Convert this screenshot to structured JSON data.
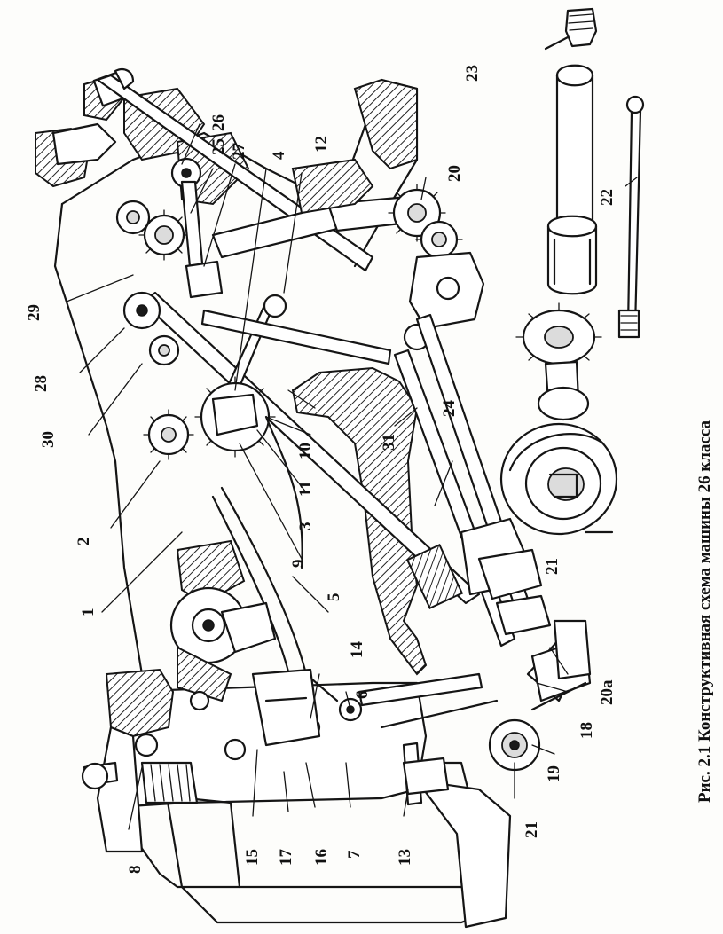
{
  "figure": {
    "caption": "Рис. 2.1 Конструктивная схема   машины 26 класса",
    "callouts": [
      {
        "id": "c26",
        "text": "26"
      },
      {
        "id": "c25",
        "text": "25"
      },
      {
        "id": "c27",
        "text": "27"
      },
      {
        "id": "c4",
        "text": "4"
      },
      {
        "id": "c12",
        "text": "12"
      },
      {
        "id": "c20",
        "text": "20"
      },
      {
        "id": "c23",
        "text": "23"
      },
      {
        "id": "c22",
        "text": "22"
      },
      {
        "id": "c29",
        "text": "29"
      },
      {
        "id": "c28",
        "text": "28"
      },
      {
        "id": "c30",
        "text": "30"
      },
      {
        "id": "c2",
        "text": "2"
      },
      {
        "id": "c1",
        "text": "1"
      },
      {
        "id": "c9",
        "text": "9"
      },
      {
        "id": "c3",
        "text": "3"
      },
      {
        "id": "c11",
        "text": "11"
      },
      {
        "id": "c10",
        "text": "10"
      },
      {
        "id": "c31",
        "text": "31"
      },
      {
        "id": "c24",
        "text": "24"
      },
      {
        "id": "c5",
        "text": "5"
      },
      {
        "id": "c21a",
        "text": "21"
      },
      {
        "id": "c14",
        "text": "14"
      },
      {
        "id": "c6",
        "text": "6"
      },
      {
        "id": "c20a",
        "text": "20a"
      },
      {
        "id": "c18",
        "text": "18"
      },
      {
        "id": "c19",
        "text": "19"
      },
      {
        "id": "c21b",
        "text": "21"
      },
      {
        "id": "c13",
        "text": "13"
      },
      {
        "id": "c7",
        "text": "7"
      },
      {
        "id": "c16",
        "text": "16"
      },
      {
        "id": "c17",
        "text": "17"
      },
      {
        "id": "c15",
        "text": "15"
      },
      {
        "id": "c8",
        "text": "8"
      }
    ]
  }
}
